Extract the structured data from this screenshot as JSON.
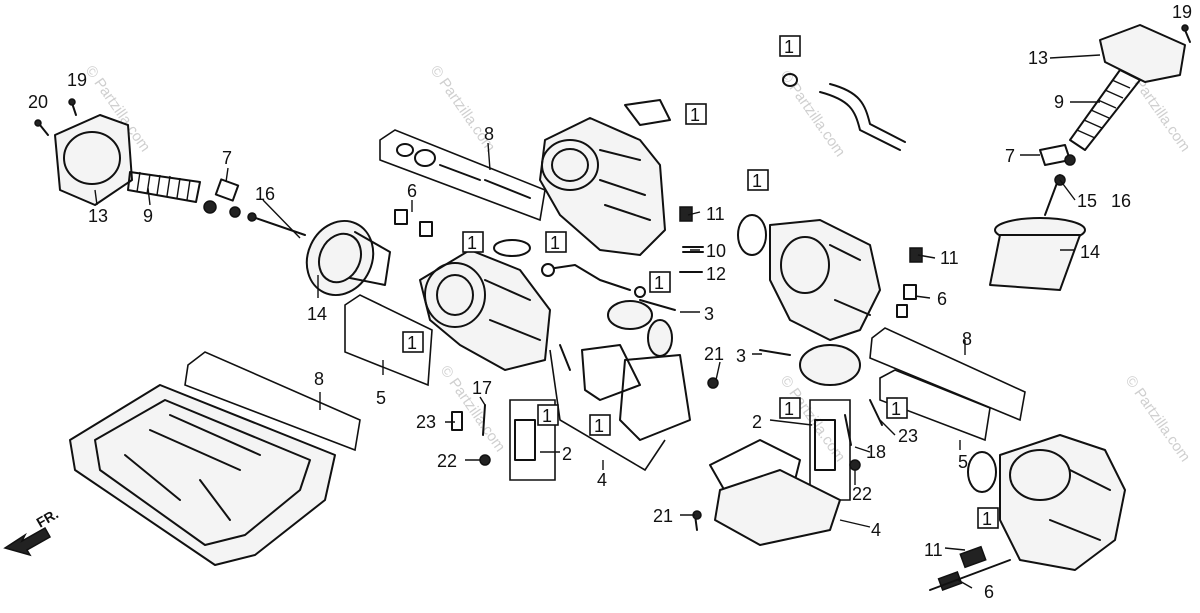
{
  "diagram": {
    "labels": {
      "l_19a": "19",
      "l_20": "20",
      "l_7a": "7",
      "l_13a": "13",
      "l_9a": "9",
      "l_16a": "16",
      "l_14a": "14",
      "l_8a": "8",
      "l_6a": "6",
      "l_11a": "11",
      "l_10": "10",
      "l_12": "12",
      "l_3a": "3",
      "l_21a": "21",
      "l_17": "17",
      "l_23a": "23",
      "l_22a": "22",
      "l_2a": "2",
      "l_5a": "5",
      "l_4a": "4",
      "l_8b": "8",
      "l_19b": "19",
      "l_13b": "13",
      "l_9b": "9",
      "l_7b": "7",
      "l_15": "15",
      "l_16b": "16",
      "l_14b": "14",
      "l_11b": "11",
      "l_6b": "6",
      "l_3b": "3",
      "l_8c": "8",
      "l_2b": "2",
      "l_18": "18",
      "l_23b": "23",
      "l_22b": "22",
      "l_5b": "5",
      "l_21b": "21",
      "l_4b": "4",
      "l_11c": "11",
      "l_6c": "6"
    },
    "boxed_one": "1",
    "direction_label": "FR.",
    "watermark": "© Partzilla.com"
  }
}
